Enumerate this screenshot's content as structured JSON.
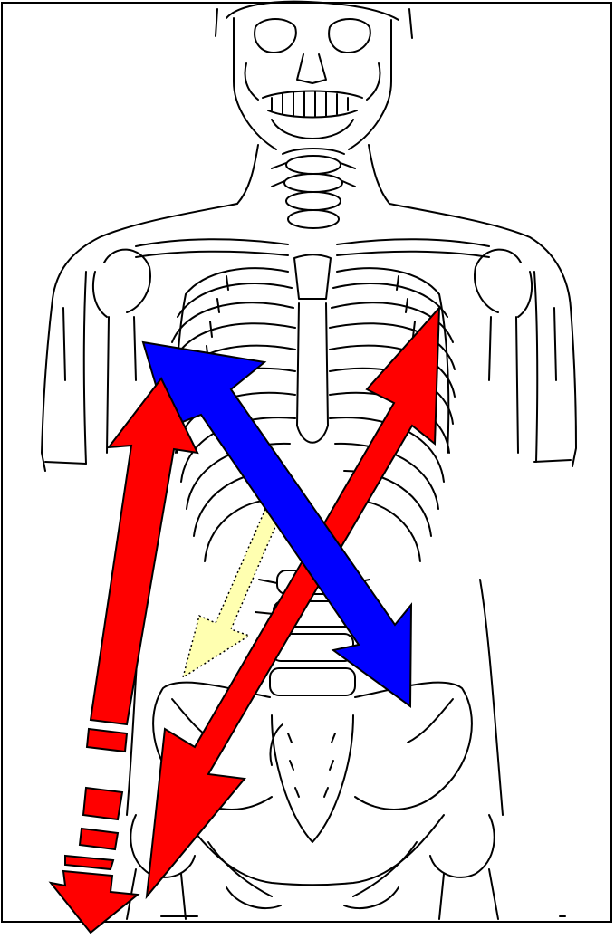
{
  "figure": {
    "subject": "skeleton-torso-front-view",
    "arrows": [
      {
        "id": "red-arrow-left-vertical",
        "color": "#ff0000",
        "direction": "double",
        "style": "solid-with-dashed-tail"
      },
      {
        "id": "red-arrow-diagonal-right-shoulder-to-left-hip",
        "color": "#ff0000",
        "direction": "double",
        "style": "solid"
      },
      {
        "id": "blue-arrow-diagonal-left-shoulder-to-right-hip",
        "color": "#0000ff",
        "direction": "double",
        "style": "solid"
      },
      {
        "id": "yellow-arrow-dotted",
        "color": "#ffffb0",
        "direction": "single",
        "style": "dotted-outline"
      }
    ],
    "colors": {
      "red": "#ff0000",
      "blue": "#0000ff",
      "yellow": "#ffffb0",
      "line": "#000000",
      "background": "#ffffff"
    }
  }
}
